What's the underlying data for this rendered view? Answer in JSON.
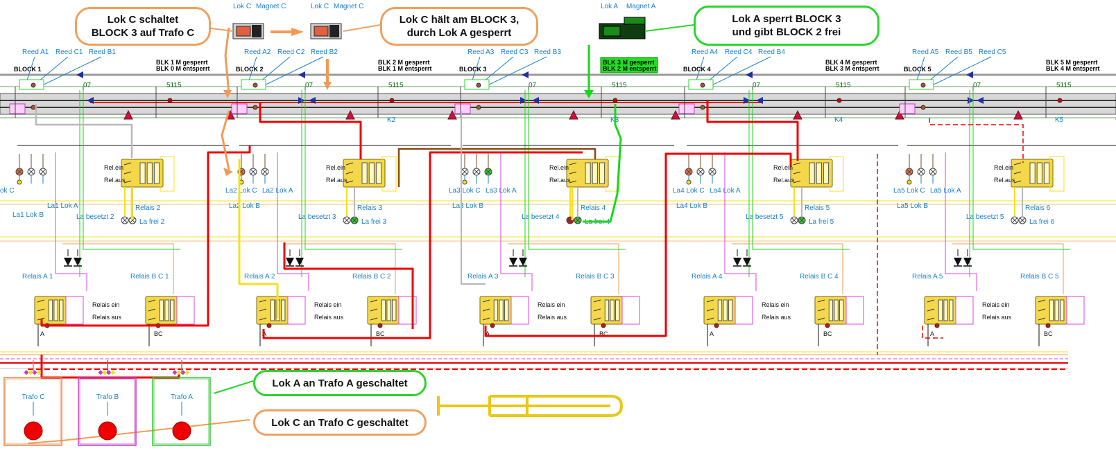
{
  "callouts": {
    "c1": "Lok C schaltet\nBLOCK 3 auf Trafo C",
    "c2": "Lok C hält am BLOCK 3,\ndurch Lok A gesperrt",
    "c3": "Lok A sperrt  BLOCK 3\nund gibt  BLOCK 2 frei",
    "c4": "Lok A an Trafo A geschaltet",
    "c5": "Lok C an Trafo C geschaltet"
  },
  "top_icons": {
    "lok_c_1": "Lok C",
    "magnet_c_1": "Magnet C",
    "lok_c_2": "Lok C",
    "magnet_c_2": "Magnet C",
    "lok_a": "Lok A",
    "magnet_a": "Magnet A"
  },
  "status_badge": {
    "line1": "BLK 3 M gesperrt",
    "line2": "BLK 2 M entsperrt"
  },
  "blocks": [
    {
      "name": "BLOCK 1",
      "reeds": [
        "Reed A1",
        "Reed C1",
        "Reed B1"
      ],
      "status": [
        "BLK 1 M gesperrt",
        "BLK 0 M entsperrt"
      ],
      "sig07": "07",
      "sig5115": "5115",
      "k": "",
      "lamps": [
        "La1 Lok B",
        "La1 Lok A"
      ],
      "lamp_partial": "ok C",
      "relais_top": [
        "Rel.ein",
        "Rel.aus"
      ],
      "relais_label": "Relais 2",
      "besetzt": "La besetzt 2",
      "frei": "La frei 2",
      "relA": "Relais A 1",
      "relBC": "Relais B C 1",
      "rel_ein": "Relais ein",
      "rel_aus": "Relais aus",
      "pinA": "A",
      "pinBC": "BC"
    },
    {
      "name": "BLOCK 2",
      "reeds": [
        "Reed A2",
        "Reed C2",
        "Reed B2"
      ],
      "status": [
        "BLK 2 M gesperrt",
        "BLK 1 M entsperrt"
      ],
      "sig07": "07",
      "sig5115": "5115",
      "k": "K2",
      "lamps": [
        "La2 Lok C",
        "La2 Lok B",
        "La2 Lok A"
      ],
      "relais_top": [
        "Rel.ein",
        "Rel.aus"
      ],
      "relais_label": "Relais 3",
      "besetzt": "La besetzt 3",
      "frei": "La frei 3",
      "relA": "Relais A 2",
      "relBC": "Relais B C 2",
      "rel_ein": "Relais ein",
      "rel_aus": "Relais aus",
      "pinA": "A",
      "pinBC": "BC"
    },
    {
      "name": "BLOCK 3",
      "reeds": [
        "Reed A3",
        "Reed C3",
        "Reed B3"
      ],
      "status": [
        "BLK 3 M gesperrt",
        "BLK 2 M entsperrt"
      ],
      "sig07": "07",
      "sig5115": "5115",
      "k": "K3",
      "lamps": [
        "La3 Lok C",
        "La3 Lok B",
        "La3 Lok A"
      ],
      "relais_top": [
        "Rel.ein",
        "Rel.aus"
      ],
      "relais_label": "Relais 4",
      "besetzt": "La besetzt 4",
      "frei": "La frei 4",
      "relA": "Relais A 3",
      "relBC": "Relais B C 3",
      "rel_ein": "Relais ein",
      "rel_aus": "Relais aus",
      "pinA": "A",
      "pinBC": "BC"
    },
    {
      "name": "BLOCK 4",
      "reeds": [
        "Reed A4",
        "Reed C4",
        "Reed B4"
      ],
      "status": [
        "BLK 4 M gesperrt",
        "BLK 3 M entsperrt"
      ],
      "sig07": "07",
      "sig5115": "5115",
      "k": "K4",
      "lamps": [
        "La4 Lok C",
        "La4 Lok B",
        "La4 Lok A"
      ],
      "relais_top": [
        "Rel.ein",
        "Rel.aus"
      ],
      "relais_label": "Relais 5",
      "besetzt": "La besetzt 5",
      "frei": "La frei 5",
      "relA": "Relais A 4",
      "relBC": "Relais B C 4",
      "rel_ein": "Relais ein",
      "rel_aus": "Relais aus",
      "pinA": "A",
      "pinBC": "BC"
    },
    {
      "name": "BLOCK 5",
      "reeds": [
        "Reed A5",
        "Reed B5",
        "Reed C5"
      ],
      "status": [
        "BLK 5 M gesperrt",
        "BLK 4 M entsperrt"
      ],
      "sig07": "07",
      "sig5115": "5115",
      "k": "K5",
      "lamps": [
        "La5 Lok C",
        "La5 Lok B",
        "La5 Lok A"
      ],
      "relais_top": [
        "Rel.ein",
        "Rel.aus"
      ],
      "relais_label": "Relais 6",
      "besetzt": "La besetzt 5",
      "frei": "La frei 6",
      "relA": "Relais A 5",
      "relBC": "Relais B C 5",
      "rel_ein": "Relais ein",
      "rel_aus": "Relais aus",
      "pinA": "A",
      "pinBC": "BC"
    }
  ],
  "trafos": [
    {
      "label": "Trafo C",
      "color": "#e8854a"
    },
    {
      "label": "Trafo B",
      "color": "#c43cc4"
    },
    {
      "label": "Trafo A",
      "color": "#38c438"
    }
  ],
  "colors": {
    "red": "#f00000",
    "orange": "#f29a55",
    "green": "#18d818",
    "yellow": "#f4e020",
    "magenta": "#e040e0",
    "blue": "#1a7fc7"
  }
}
